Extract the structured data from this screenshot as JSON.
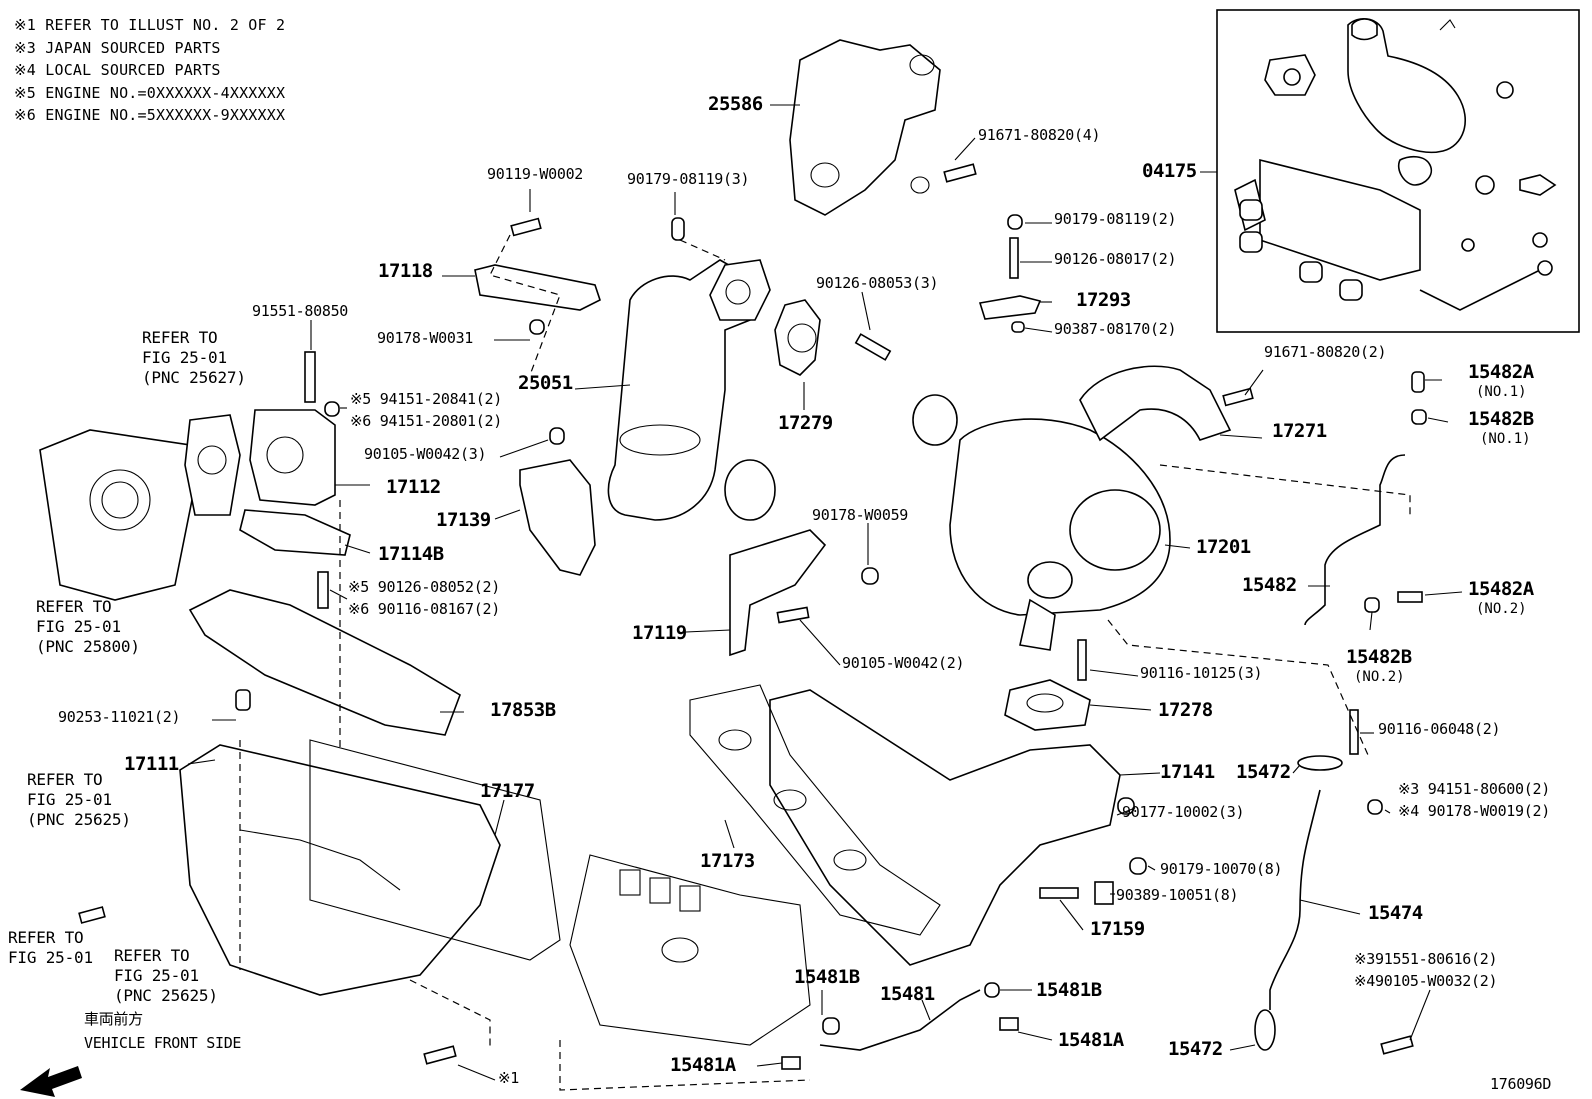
{
  "notes": [
    "※1  REFER TO ILLUST NO. 2 OF 2",
    "※3  JAPAN SOURCED PARTS",
    "※4  LOCAL SOURCED PARTS",
    "※5 ENGINE NO.=0XXXXXX-4XXXXXX",
    "※6 ENGINE NO.=5XXXXXX-9XXXXXX"
  ],
  "illustration_number": "176096D",
  "front_label_jp": "車両前方",
  "front_label_en": "VEHICLE FRONT SIDE",
  "refs": {
    "fig_25627": [
      "REFER TO",
      "FIG 25-01",
      "(PNC 25627)"
    ],
    "fig_25800": [
      "REFER TO",
      "FIG 25-01",
      "(PNC 25800)"
    ],
    "fig_25625a": [
      "REFER TO",
      "FIG 25-01",
      "(PNC 25625)"
    ],
    "fig_25625b": [
      "REFER TO",
      "FIG 25-01",
      "(PNC 25625)"
    ],
    "fig_2501": [
      "REFER TO",
      "FIG 25-01"
    ]
  },
  "parts": {
    "p25586": "25586",
    "p91671_80820_4": "91671-80820(4)",
    "p04175": "04175",
    "p90119_W0002": "90119-W0002",
    "p90179_08119_3": "90179-08119(3)",
    "p17118": "17118",
    "p90126_08053_3": "90126-08053(3)",
    "p90179_08119_2": "90179-08119(2)",
    "p90126_08017_2": "90126-08017(2)",
    "p17293": "17293",
    "p90387_08170_2": "90387-08170(2)",
    "p91551_80850": "91551-80850",
    "p90178_W0031": "90178-W0031",
    "p25051": "25051",
    "p17279": "17279",
    "p94151_20841": "※5 94151-20841(2)",
    "p94151_20801": "※6 94151-20801(2)",
    "p90105_W0042_3": "90105-W0042(3)",
    "p17112": "17112",
    "p17139": "17139",
    "p17114B": "17114B",
    "p90178_W0059": "90178-W0059",
    "p90126_08052": "※5 90126-08052(2)",
    "p90116_08167": "※6 90116-08167(2)",
    "p17119": "17119",
    "p90105_W0042_2": "90105-W0042(2)",
    "p91671_80820_2": "91671-80820(2)",
    "p15482A_1": "15482A",
    "p15482A_1_sub": "(NO.1)",
    "p15482B_1": "15482B",
    "p15482B_1_sub": "(NO.1)",
    "p17271": "17271",
    "p17201": "17201",
    "p15482": "15482",
    "p15482A_2": "15482A",
    "p15482A_2_sub": "(NO.2)",
    "p15482B_2": "15482B",
    "p15482B_2_sub": "(NO.2)",
    "p90116_10125_3": "90116-10125(3)",
    "p17278": "17278",
    "p17853B": "17853B",
    "p90253_11021_2": "90253-11021(2)",
    "p17111": "17111",
    "p17177": "17177",
    "p90116_06048_2": "90116-06048(2)",
    "p15472_top": "15472",
    "p17141": "17141",
    "p94151_80600": "※3 94151-80600(2)",
    "p90178_W0019": "※4 90178-W0019(2)",
    "p90177_10002_3": "90177-10002(3)",
    "p17173": "17173",
    "p90179_10070_8": "90179-10070(8)",
    "p90389_10051_8": "90389-10051(8)",
    "p17159": "17159",
    "p15474": "15474",
    "p91551_80616": "※391551-80616(2)",
    "p90105_W0032": "※490105-W0032(2)",
    "p15481B_l": "15481B",
    "p15481": "15481",
    "p15481B_r": "15481B",
    "p15481A_r": "15481A",
    "p15481A_l": "15481A",
    "p15472_bot": "15472",
    "p_note1": "※1"
  }
}
